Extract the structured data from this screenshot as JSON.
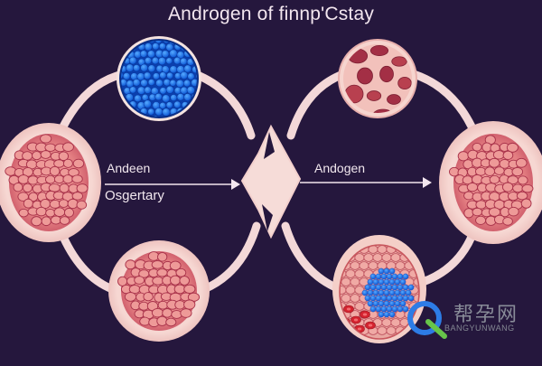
{
  "diagram": {
    "title": "Androgen of finnp'Cstay",
    "labels": {
      "left_upper": "Andeen",
      "left_lower": "Osgertary",
      "right_upper": "Andogen"
    }
  },
  "watermark": {
    "cn_text": "帮孕网",
    "en_text": "BANGYUNWANG"
  },
  "colors": {
    "background": "#25173d",
    "ring": "#f3d8d8",
    "cell_blue": "#1f7cf0",
    "tissue_pink": "#e98a8a",
    "tissue_dark": "#a83040"
  },
  "icons": [
    "play-arrow-icon",
    "q-logo-icon"
  ]
}
